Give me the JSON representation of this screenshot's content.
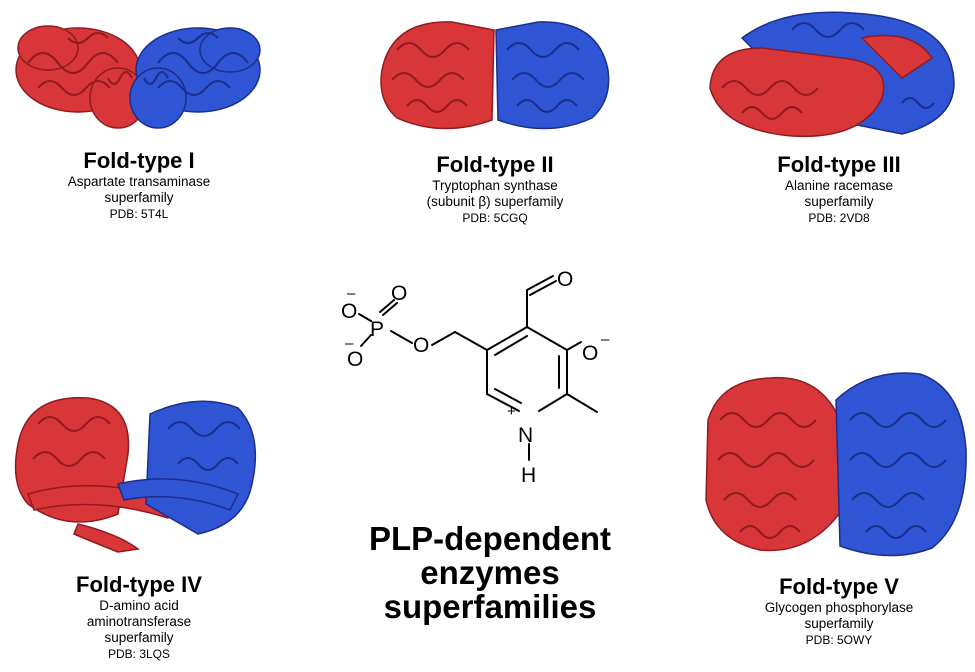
{
  "colors": {
    "chain_a": "#d9363a",
    "chain_b": "#2f55d4",
    "chain_a_dark": "#8e1c20",
    "chain_b_dark": "#1b2f8a"
  },
  "folds": [
    {
      "title": "Fold-type I",
      "desc1": "Aspartate transaminase",
      "desc2": "superfamily",
      "pdb": "PDB: 5T4L"
    },
    {
      "title": "Fold-type II",
      "desc1": "Tryptophan synthase",
      "desc2": "(subunit β) superfamily",
      "pdb": "PDB: 5CGQ"
    },
    {
      "title": "Fold-type III",
      "desc1": "Alanine racemase",
      "desc2": "superfamily",
      "pdb": "PDB: 2VD8"
    },
    {
      "title": "Fold-type IV",
      "desc1": "D-amino acid",
      "desc2": "aminotransferase",
      "desc3": "superfamily",
      "pdb": "PDB: 3LQS"
    },
    {
      "title": "Fold-type V",
      "desc1": "Glycogen phosphorylase",
      "desc2": "superfamily",
      "pdb": "PDB: 5OWY"
    }
  ],
  "center": {
    "line1": "PLP-dependent",
    "line2": "enzymes",
    "line3": "superfamilies"
  },
  "molecule": {
    "atoms": {
      "o": "O",
      "p": "P",
      "n": "N",
      "h": "H"
    },
    "charges": {
      "minus": "–",
      "plus": "+"
    }
  }
}
